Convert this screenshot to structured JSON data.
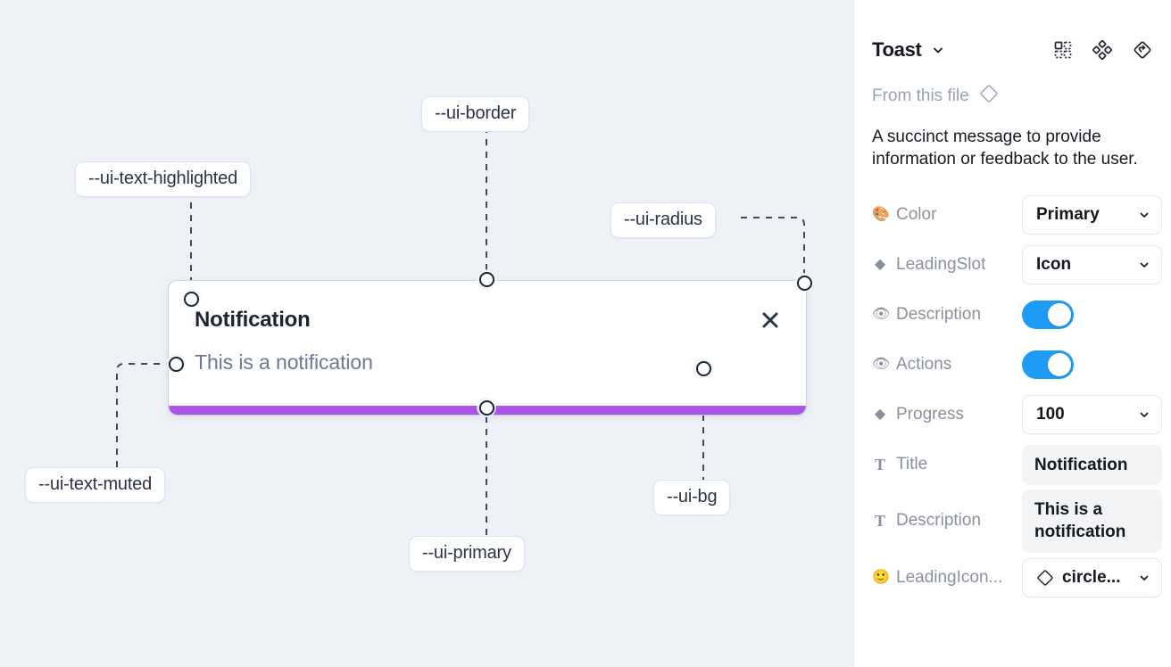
{
  "canvas": {
    "background_color": "#eef2f7",
    "component": {
      "title": "Notification",
      "description": "This is a notification",
      "close_icon": "close-icon",
      "progress_color": "#a855e8",
      "background_color": "#ffffff"
    },
    "token_labels": [
      {
        "name": "ui-text-highlighted",
        "text": "--ui-text-highlighted"
      },
      {
        "name": "ui-border",
        "text": "--ui-border"
      },
      {
        "name": "ui-radius",
        "text": "--ui-radius"
      },
      {
        "name": "ui-text-muted",
        "text": "--ui-text-muted"
      },
      {
        "name": "ui-primary",
        "text": "--ui-primary"
      },
      {
        "name": "ui-bg",
        "text": "--ui-bg"
      }
    ]
  },
  "panel": {
    "title": "Toast",
    "title_caret_icon": "chevron-down-icon",
    "header_icons": [
      {
        "name": "component-set-icon"
      },
      {
        "name": "variants-icon"
      },
      {
        "name": "reset-instance-icon"
      }
    ],
    "from_file": {
      "label": "From this file",
      "icon": "diamond-icon"
    },
    "description": "A succinct message to provide information or feedback to the user.",
    "properties": [
      {
        "icon": "palette-emoji",
        "glyph": "🎨",
        "label": "Color",
        "type": "select",
        "value": "Primary"
      },
      {
        "icon": "diamond-emoji",
        "glyph": "◆",
        "label": "LeadingSlot",
        "type": "select",
        "value": "Icon"
      },
      {
        "icon": "eye-emoji",
        "glyph": "👁",
        "label": "Description",
        "type": "toggle",
        "value": "on"
      },
      {
        "icon": "eye-emoji",
        "glyph": "👁",
        "label": "Actions",
        "type": "toggle",
        "value": "on"
      },
      {
        "icon": "diamond-emoji",
        "glyph": "◆",
        "label": "Progress",
        "type": "select",
        "value": "100"
      },
      {
        "icon": "text-icon",
        "glyph": "T",
        "label": "Title",
        "type": "text",
        "value": "Notification"
      },
      {
        "icon": "text-icon",
        "glyph": "T",
        "label": "Description",
        "type": "text",
        "value": "This is a notification"
      },
      {
        "icon": "smiley-emoji",
        "glyph": "🙂",
        "label": "LeadingIcon...",
        "type": "select-icon",
        "value": "circle..."
      }
    ],
    "toggle_color": "#1e9bf5"
  }
}
